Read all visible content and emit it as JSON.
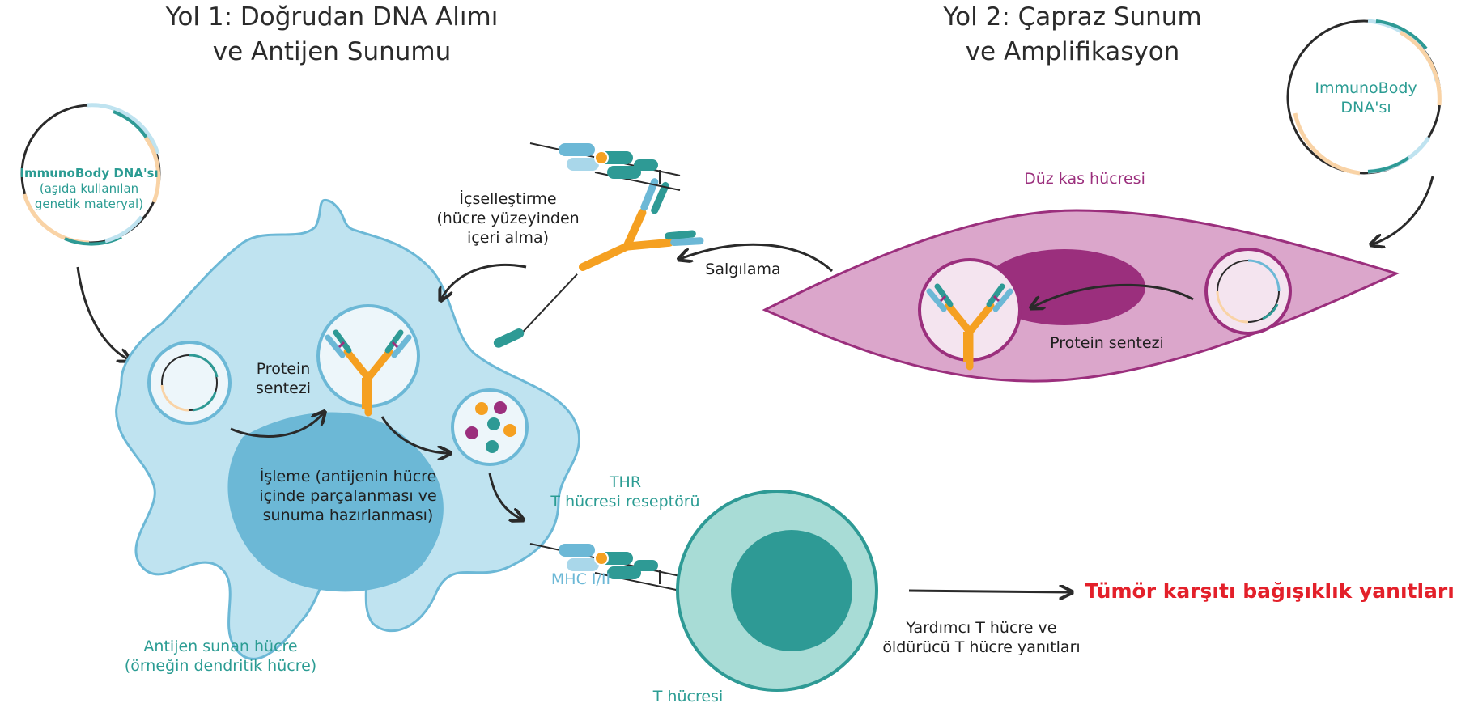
{
  "titles": {
    "path1": [
      "Yol 1: Doğrudan DNA Alımı",
      "ve Antijen Sunumu"
    ],
    "path2": [
      "Yol 2: Çapraz Sunum",
      "ve Amplifikasyon"
    ]
  },
  "labels": {
    "dna_left_title": "ImmunoBody DNA'sı",
    "dna_left_desc": [
      "(aşıda kullanılan",
      "genetik materyal)"
    ],
    "dna_right": [
      "ImmunoBody",
      "DNA'sı"
    ],
    "internalization": [
      "İçselleştirme",
      "(hücre yüzeyinden",
      "içeri alma)"
    ],
    "secretion": "Salgılama",
    "smooth_muscle": "Düz kas hücresi",
    "protein_synthesis_apc": [
      "Protein",
      "sentezi"
    ],
    "protein_synthesis_muscle": "Protein sentezi",
    "processing": [
      "İşleme (antijenin hücre",
      "içinde parçalanması ve",
      "sunuma hazırlanması)"
    ],
    "thr": [
      "THR",
      "T hücresi reseptörü"
    ],
    "mhc": "MHC I/II",
    "apc": [
      "Antijen sunan hücre",
      "(örneğin dendritik hücre)"
    ],
    "t_cell": "T hücresi",
    "t_response": [
      "Yardımcı T hücre ve",
      "öldürücü T hücre yanıtları"
    ],
    "antitumor": "Tümör karşıtı bağışıklık yanıtları"
  },
  "colors": {
    "teal": "#2b9c93",
    "dark_teal": "#2e9a95",
    "light_blue": "#6cb8d6",
    "pale_blue": "#bfe3f0",
    "orange": "#f5a021",
    "peach": "#f9d3a6",
    "magenta": "#9b2f7d",
    "muscle_fill": "#dba6cb",
    "t_cell_fill": "#a8dcd6",
    "red": "#e3202a",
    "arrow": "#2a2a2a"
  }
}
